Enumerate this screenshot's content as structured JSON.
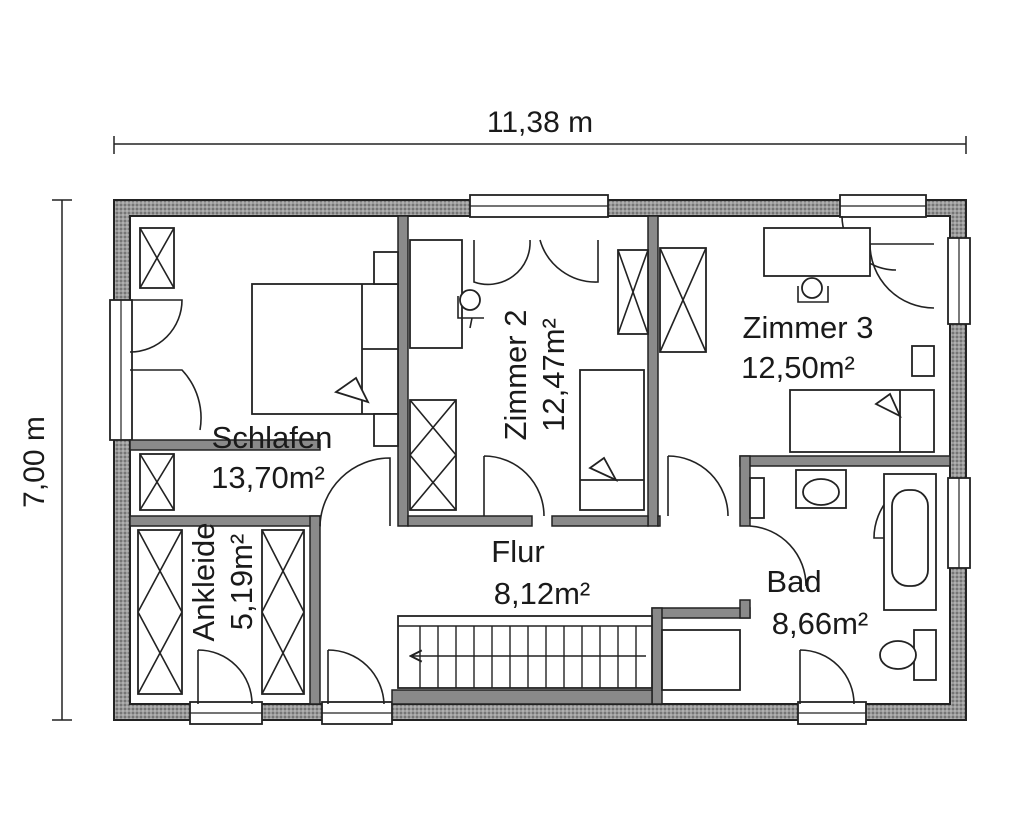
{
  "dimensions": {
    "width": "11,38 m",
    "height": "7,00 m"
  },
  "rooms": {
    "schlafen": {
      "name": "Schlafen",
      "area": "13,70m²"
    },
    "zimmer2": {
      "name": "Zimmer 2",
      "area": "12,47m²"
    },
    "zimmer3": {
      "name": "Zimmer 3",
      "area": "12,50m²"
    },
    "ankleide": {
      "name": "Ankleide",
      "area": "5,19m²"
    },
    "flur": {
      "name": "Flur",
      "area": "8,12m²"
    },
    "bad": {
      "name": "Bad",
      "area": "8,66m²"
    }
  },
  "colors": {
    "wall": "#8a8a8a",
    "line": "#222222"
  }
}
